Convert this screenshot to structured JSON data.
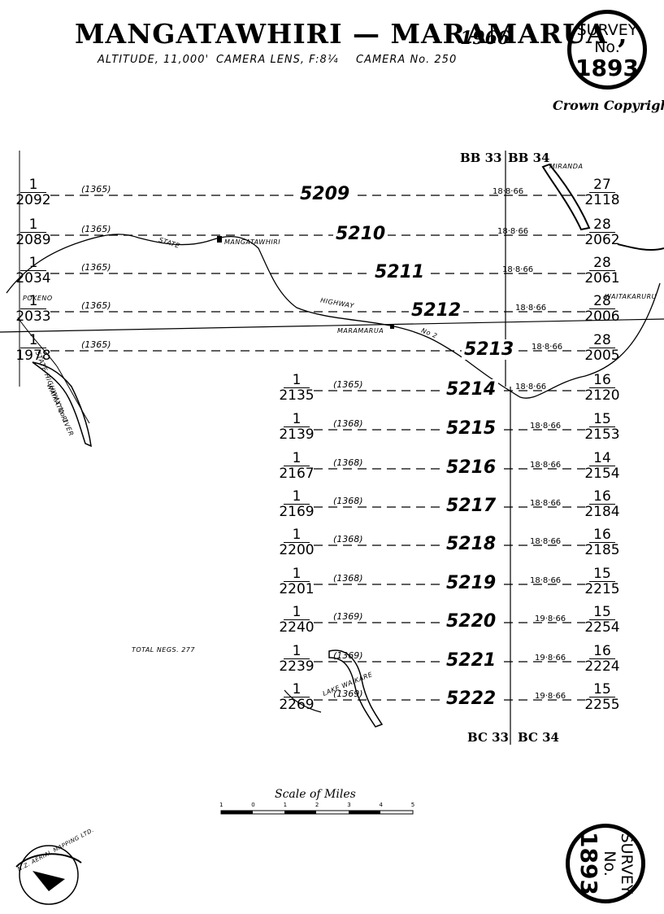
{
  "header": {
    "title": "MANGATAWHIRI — MARAMARUA ,",
    "year": "1966",
    "altitude": "ALTITUDE, 11,000'",
    "lens": "CAMERA LENS, F:8¼",
    "camera": "CAMERA No. 250",
    "copyright": "Crown Copyright"
  },
  "badge_top": {
    "word1": "SURVEY",
    "word2": "No.",
    "number": "1893"
  },
  "badge_bottom": {
    "word1": "SURVEY",
    "word2": "No.",
    "number": "1893"
  },
  "sheets": {
    "bb33": "BB 33",
    "bb34": "BB 34",
    "bc33": "BC 33",
    "bc34": "BC 34"
  },
  "places": {
    "miranda": "MIRANDA",
    "mangatawhiri": "MANGATAWHIRI",
    "state": "STATE",
    "highway": "HIGHWAY",
    "no2": "No 2",
    "maramarua": "MARAMARUA",
    "waitakaruru": "WAITAKARURU",
    "pokeno": "POKENO",
    "sh1": "STATE HIGHWAY No 1",
    "waikato": "WAIKATO RIVER",
    "lake": "LAKE WAIKARE"
  },
  "runs": [
    {
      "run": "5209",
      "start_top": "1",
      "start_bot": "2092",
      "film": "(1365)",
      "date": "18·8·66",
      "end_top": "27",
      "end_bot": "2118"
    },
    {
      "run": "5210",
      "start_top": "1",
      "start_bot": "2089",
      "film": "(1365)",
      "date": "18·8·66",
      "end_top": "28",
      "end_bot": "2062"
    },
    {
      "run": "5211",
      "start_top": "1",
      "start_bot": "2034",
      "film": "(1365)",
      "date": "18·8·66",
      "end_top": "28",
      "end_bot": "2061"
    },
    {
      "run": "5212",
      "start_top": "1",
      "start_bot": "2033",
      "film": "(1365)",
      "date": "18·8·66",
      "end_top": "28",
      "end_bot": "2006"
    },
    {
      "run": "5213",
      "start_top": "1",
      "start_bot": "1978",
      "film": "(1365)",
      "date": "18·8·66",
      "end_top": "28",
      "end_bot": "2005"
    },
    {
      "run": "5214",
      "start_top": "1",
      "start_bot": "2135",
      "film": "(1365)",
      "date": "18·8·66",
      "end_top": "16",
      "end_bot": "2120"
    },
    {
      "run": "5215",
      "start_top": "1",
      "start_bot": "2139",
      "film": "(1368)",
      "date": "18·8·66",
      "end_top": "15",
      "end_bot": "2153"
    },
    {
      "run": "5216",
      "start_top": "1",
      "start_bot": "2167",
      "film": "(1368)",
      "date": "18·8·66",
      "end_top": "14",
      "end_bot": "2154"
    },
    {
      "run": "5217",
      "start_top": "1",
      "start_bot": "2169",
      "film": "(1368)",
      "date": "18·8·66",
      "end_top": "16",
      "end_bot": "2184"
    },
    {
      "run": "5218",
      "start_top": "1",
      "start_bot": "2200",
      "film": "(1368)",
      "date": "18·8·66",
      "end_top": "16",
      "end_bot": "2185"
    },
    {
      "run": "5219",
      "start_top": "1",
      "start_bot": "2201",
      "film": "(1368)",
      "date": "18·8·66",
      "end_top": "15",
      "end_bot": "2215"
    },
    {
      "run": "5220",
      "start_top": "1",
      "start_bot": "2240",
      "film": "(1369)",
      "date": "19·8·66",
      "end_top": "15",
      "end_bot": "2254"
    },
    {
      "run": "5221",
      "start_top": "1",
      "start_bot": "2239",
      "film": "(1369)",
      "date": "19·8·66",
      "end_top": "16",
      "end_bot": "2224"
    },
    {
      "run": "5222",
      "start_top": "1",
      "start_bot": "2269",
      "film": "(1369)",
      "date": "19·8·66",
      "end_top": "15",
      "end_bot": "2255"
    }
  ],
  "total_negs": "TOTAL NEGS. 277",
  "scale": {
    "title": "Scale of Miles",
    "ticks": [
      "1",
      "0",
      "1",
      "2",
      "3",
      "4",
      "5"
    ]
  },
  "logo": {
    "text": "N.Z. AERIAL MAPPING LTD."
  }
}
